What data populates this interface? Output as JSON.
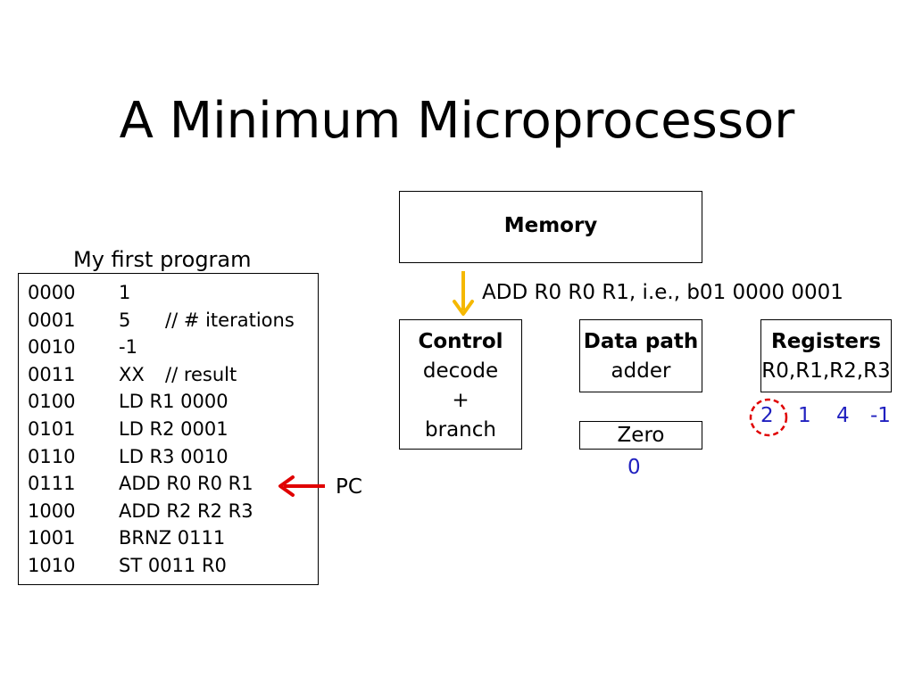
{
  "title": "A Minimum Microprocessor",
  "program": {
    "caption": "My first program",
    "rows": [
      {
        "addr": "0000",
        "instr": "1",
        "comment": ""
      },
      {
        "addr": "0001",
        "instr": "5",
        "comment": "// # iterations"
      },
      {
        "addr": "0010",
        "instr": "-1",
        "comment": ""
      },
      {
        "addr": "0011",
        "instr": "XX",
        "comment": "// result"
      },
      {
        "addr": "0100",
        "instr": "LD R1 0000",
        "comment": ""
      },
      {
        "addr": "0101",
        "instr": "LD R2 0001",
        "comment": ""
      },
      {
        "addr": "0110",
        "instr": "LD R3 0010",
        "comment": ""
      },
      {
        "addr": "0111",
        "instr": "ADD R0 R0 R1",
        "comment": ""
      },
      {
        "addr": "1000",
        "instr": "ADD R2 R2 R3",
        "comment": ""
      },
      {
        "addr": "1001",
        "instr": "BRNZ 0111",
        "comment": ""
      },
      {
        "addr": "1010",
        "instr": "ST 0011 R0",
        "comment": ""
      }
    ]
  },
  "pc_label": "PC",
  "memory": {
    "label": "Memory"
  },
  "instruction_label": "ADD R0 R0 R1, i.e., b01 0000 0001",
  "control": {
    "title": "Control",
    "line1": "decode",
    "line2": "+",
    "line3": "branch"
  },
  "datapath": {
    "title": "Data path",
    "line1": "adder"
  },
  "registers": {
    "title": "Registers",
    "line1": "R0,R1,R2,R3",
    "values": [
      "2",
      "1",
      "4",
      "-1"
    ]
  },
  "zero": {
    "label": "Zero",
    "value": "0"
  },
  "colors": {
    "pc_arrow": "#e00000",
    "memory_arrow": "#f5b800",
    "register_values": "#1f1fbf",
    "highlight_circle": "#e00000"
  }
}
